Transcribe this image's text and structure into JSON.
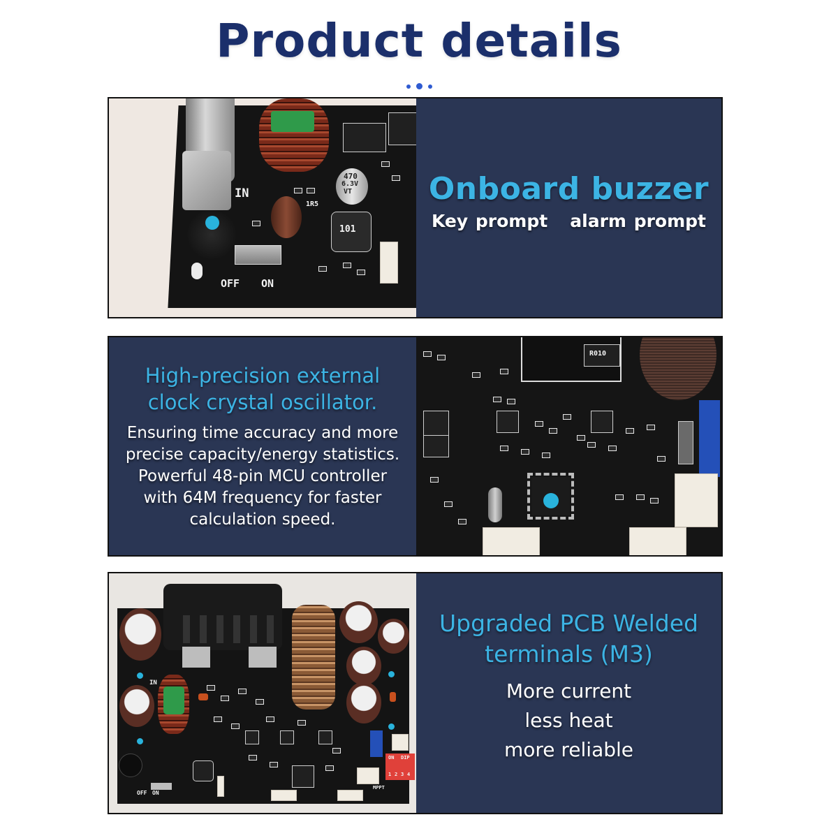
{
  "header": {
    "title": "Product details",
    "dots": [
      "small",
      "large",
      "small"
    ]
  },
  "sections": [
    {
      "heading": "Onboard buzzer",
      "body": [
        "Key prompt   alarm prompt"
      ],
      "photo": {
        "subject": "PCB close-up showing buzzer with blue marker",
        "silkscreen": [
          "IN",
          "OFF",
          "ON",
          "470",
          "6.3V",
          "VT",
          "101",
          "1R5"
        ]
      },
      "layout": "photo-left"
    },
    {
      "heading": [
        "High-precision external",
        "clock crystal oscillator."
      ],
      "body": [
        "Ensuring time accuracy and more",
        "precise capacity/energy statistics.",
        "Powerful 48-pin MCU controller",
        "with 64M frequency for faster",
        "calculation speed."
      ],
      "photo": {
        "subject": "PCB close-up showing MCU with blue marker and crystal",
        "silkscreen": [
          "R010"
        ]
      },
      "layout": "photo-right"
    },
    {
      "heading": [
        "Upgraded PCB Welded",
        "terminals (M3)"
      ],
      "body": [
        "More current",
        "less heat",
        "more reliable"
      ],
      "photo": {
        "subject": "Full PCB board with heatsink, toroid inductor and capacitors",
        "silkscreen": [
          "OFF",
          "ON",
          "ON",
          "DIP",
          "1",
          "2",
          "3",
          "4",
          "MPPT",
          "IN"
        ]
      },
      "layout": "photo-left"
    }
  ],
  "colors": {
    "title": "#1b2f6b",
    "dots": "#2f5bd1",
    "panel_bg": "#2a3654",
    "heading_cyan": "#3cb4e4",
    "body_text": "#ffffff",
    "marker_blue": "#29b3dc"
  }
}
